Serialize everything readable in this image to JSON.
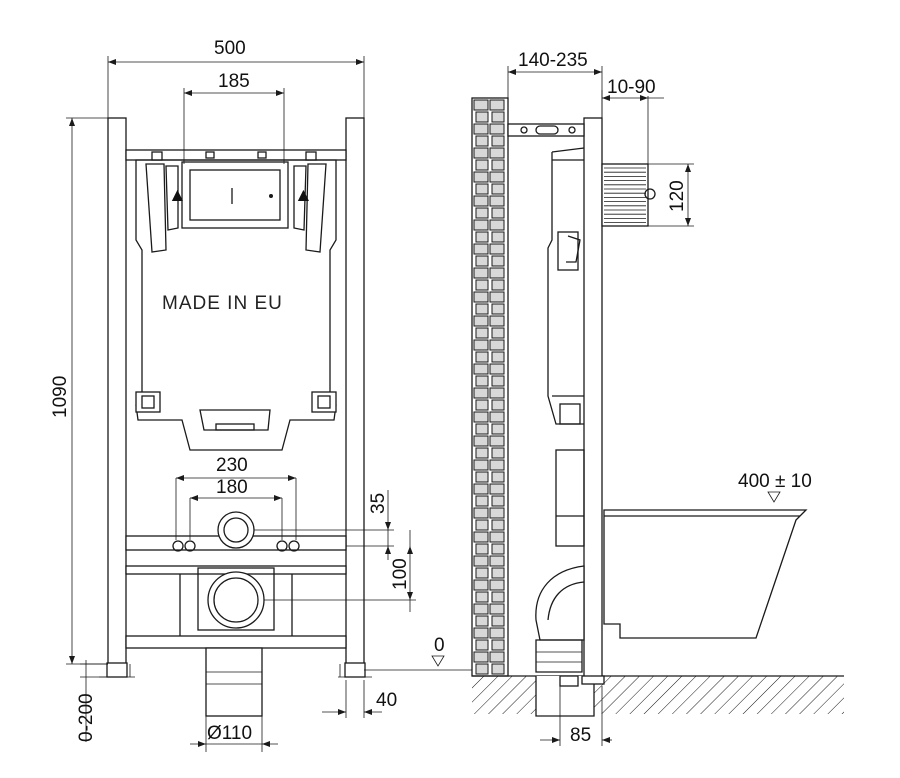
{
  "front_view": {
    "label_marking": "MADE IN EU",
    "dim_width": "500",
    "dim_plate_width": "185",
    "dim_height": "1090",
    "dim_feet": "0-200",
    "dim_outer_spacing": "230",
    "dim_inner_spacing": "180",
    "dim_35": "35",
    "dim_100": "100",
    "dim_foot_offset": "40",
    "dim_drain_diameter": "Ø110"
  },
  "side_view": {
    "dim_depth": "140-235",
    "dim_offset": "10-90",
    "dim_120": "120",
    "dim_bowl_height": "400 ± 10",
    "dim_zero": "0",
    "dim_85": "85"
  }
}
